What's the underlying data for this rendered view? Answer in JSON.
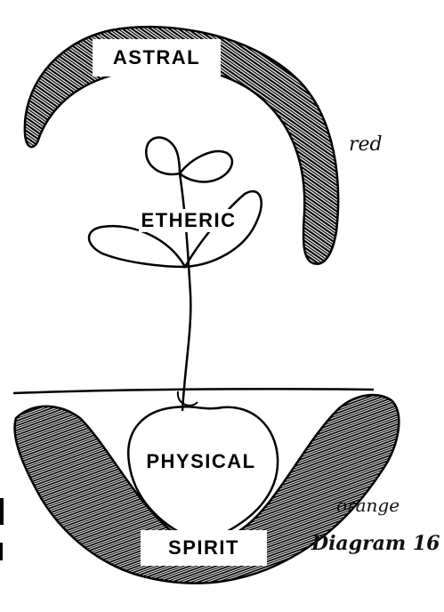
{
  "labels": {
    "astral": "ASTRAL",
    "etheric": "ETHERIC",
    "physical": "PHYSICAL",
    "spirit": "SPIRIT"
  },
  "annotations": {
    "red": "red",
    "orange": "orange",
    "diagram": "Diagram 16"
  },
  "colors": {
    "ink": "#000000",
    "paper": "#ffffff",
    "edge_text": "#2a3ea8"
  }
}
